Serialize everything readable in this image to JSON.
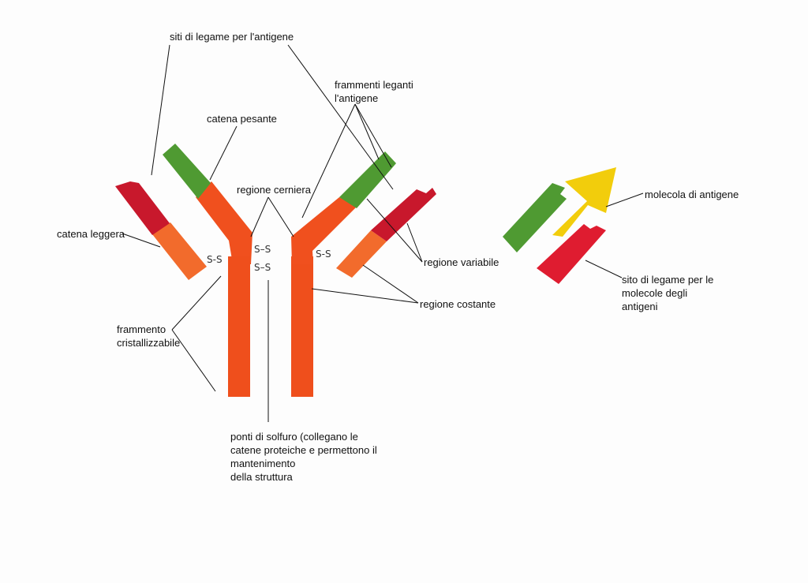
{
  "colors": {
    "heavy_constant": "#f0501e",
    "light_constant": "#f26b2c",
    "variable_heavy": "#4f9a32",
    "variable_light": "#c8182c",
    "antigen": "#f2cd0c",
    "ink": "#111111"
  },
  "labels": {
    "binding_sites": "siti di legame per l'antigene",
    "heavy_chain": "catena pesante",
    "fab_line1": "frammenti leganti",
    "fab_line2": "l'antigene",
    "hinge": "regione cerniera",
    "light_chain": "catena leggera",
    "variable_region": "regione variabile",
    "constant_region": "regione costante",
    "fc_line1": "frammento",
    "fc_line2": "cristallizzabile",
    "disulfide_line1": "ponti di solfuro (collegano le",
    "disulfide_line2": "catene proteiche e permettono il",
    "disulfide_line3": "mantenimento",
    "disulfide_line4": "della struttura",
    "antigen": "molecola di antigene",
    "antigen_site_line1": "sito di legame per le",
    "antigen_site_line2": "molecole degli",
    "antigen_site_line3": "antigeni"
  },
  "bond_marks": {
    "ss": "S–S",
    "left_light": "S‑S",
    "right_light": "S‑S"
  }
}
